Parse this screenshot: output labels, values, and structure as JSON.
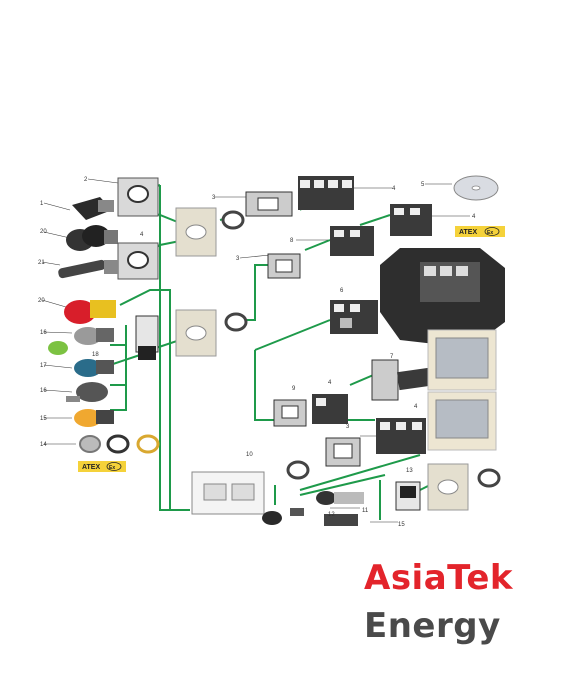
{
  "diagram": {
    "callouts": [
      "2",
      "1",
      "20",
      "21",
      "20",
      "16",
      "18",
      "17",
      "16",
      "15",
      "14",
      "4",
      "3",
      "4",
      "5",
      "4",
      "3",
      "8",
      "6",
      "7",
      "4",
      "9",
      "4",
      "3",
      "10",
      "13",
      "11",
      "12",
      "15"
    ],
    "atex_badges": [
      {
        "text": "ATEX",
        "symbol": "Ex"
      },
      {
        "text": "ATEX",
        "symbol": "Ex"
      }
    ]
  },
  "brand": {
    "line1": "AsiaTek",
    "line2": "Energy"
  },
  "colors": {
    "connector": "#1e9a4a",
    "brand_red": "#e3242b",
    "brand_gray": "#4a4a4a",
    "atex_bg": "#f5d23a"
  }
}
